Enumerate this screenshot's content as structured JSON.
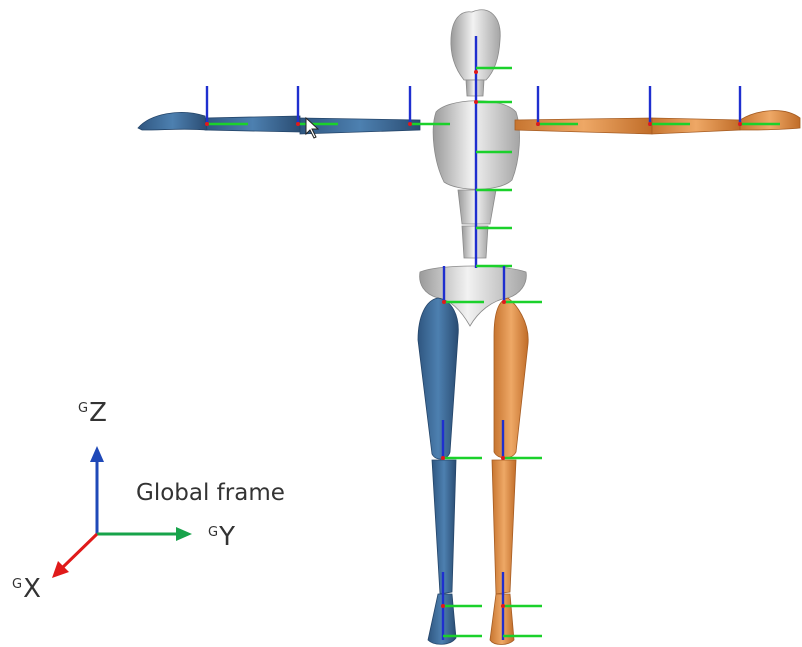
{
  "frame": {
    "caption": "Global frame",
    "axes": [
      {
        "superscript": "G",
        "letter": "Z",
        "color": "#1f49b8"
      },
      {
        "superscript": "G",
        "letter": "Y",
        "color": "#17a34a"
      },
      {
        "superscript": "G",
        "letter": "X",
        "color": "#e01a1a"
      }
    ]
  },
  "colors": {
    "left_side": "#3f6e9c",
    "right_side": "#e0924c",
    "center": "#dcdcdc",
    "joint_axis_z": "#1f2fcf",
    "joint_axis_y": "#1bd12b",
    "joint_axis_x": "#e01a1a"
  }
}
